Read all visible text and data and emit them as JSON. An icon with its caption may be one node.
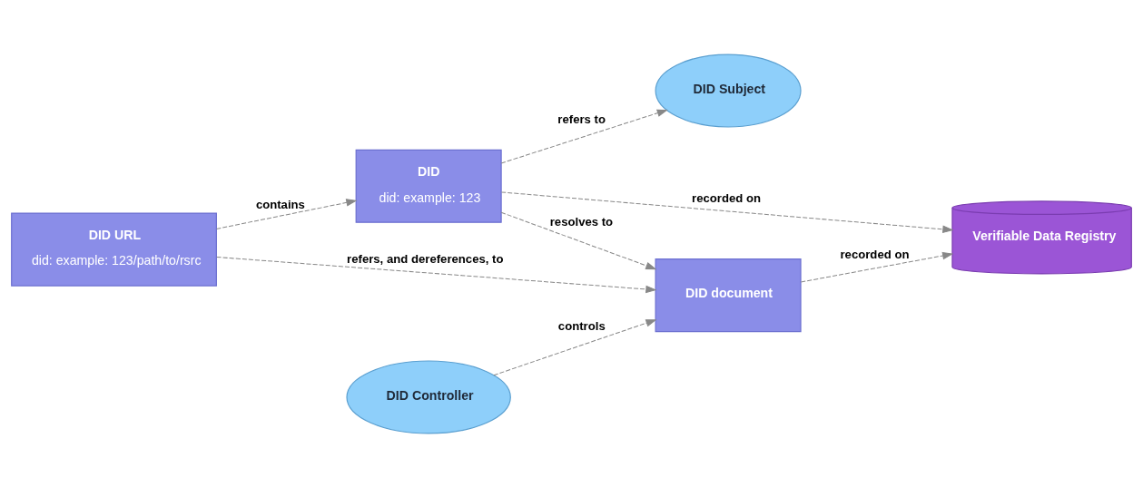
{
  "diagram": {
    "nodes": [
      {
        "text": [
          "DID Subject"
        ]
      },
      {
        "text": [
          "DID",
          "did: example: 123"
        ]
      },
      {
        "text": [
          "DID URL",
          "did: example: 123/path/to/rsrc"
        ]
      },
      {
        "text": [
          "Verifiable Data Registry"
        ]
      },
      {
        "text": [
          "DID Controller"
        ]
      },
      {
        "text": [
          "DID document"
        ]
      }
    ],
    "edges": [
      {
        "from": 1,
        "to": 0,
        "arrow": "to",
        "label": "refers to",
        "style": "dashed"
      },
      {
        "from": 2,
        "to": 1,
        "arrow": "to",
        "label": "contains",
        "style": "dashed"
      },
      {
        "from": 1,
        "to": 3,
        "arrow": "to",
        "label": "recorded on",
        "style": "dashed"
      },
      {
        "from": 1,
        "to": 5,
        "arrow": "to",
        "label": "resolves to",
        "style": "dashed"
      },
      {
        "from": 2,
        "to": 5,
        "arrow": "to",
        "label": "refers, and dereferences, to",
        "style": "dashed"
      },
      {
        "from": 5,
        "to": 3,
        "arrow": "to",
        "label": "recorded on",
        "style": "dashed"
      },
      {
        "from": 4,
        "to": 5,
        "arrow": "to",
        "label": "controls",
        "style": "dashed"
      }
    ]
  }
}
